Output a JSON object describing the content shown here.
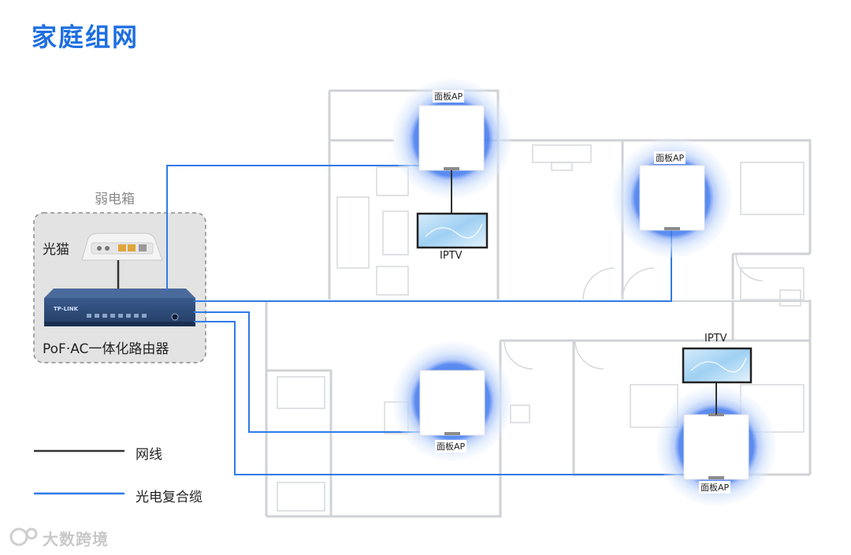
{
  "title": "家庭组网",
  "cabinet": {
    "label": "弱电箱",
    "modem_label": "光猫",
    "router_label": "PoF·AC一体化路由器",
    "router_brand": "TP-LINK"
  },
  "devices": {
    "ap_label": "面板AP",
    "iptv_label": "IPTV"
  },
  "legend": [
    {
      "label": "网线",
      "color": "#333333"
    },
    {
      "label": "光电复合缆",
      "color": "#2f7be8"
    }
  ],
  "colors": {
    "accent": "#1e6fe0",
    "cable_fiber": "#2f7be8",
    "cable_network": "#333333",
    "wall": "#cfd2d6"
  },
  "watermark": "大数跨境"
}
